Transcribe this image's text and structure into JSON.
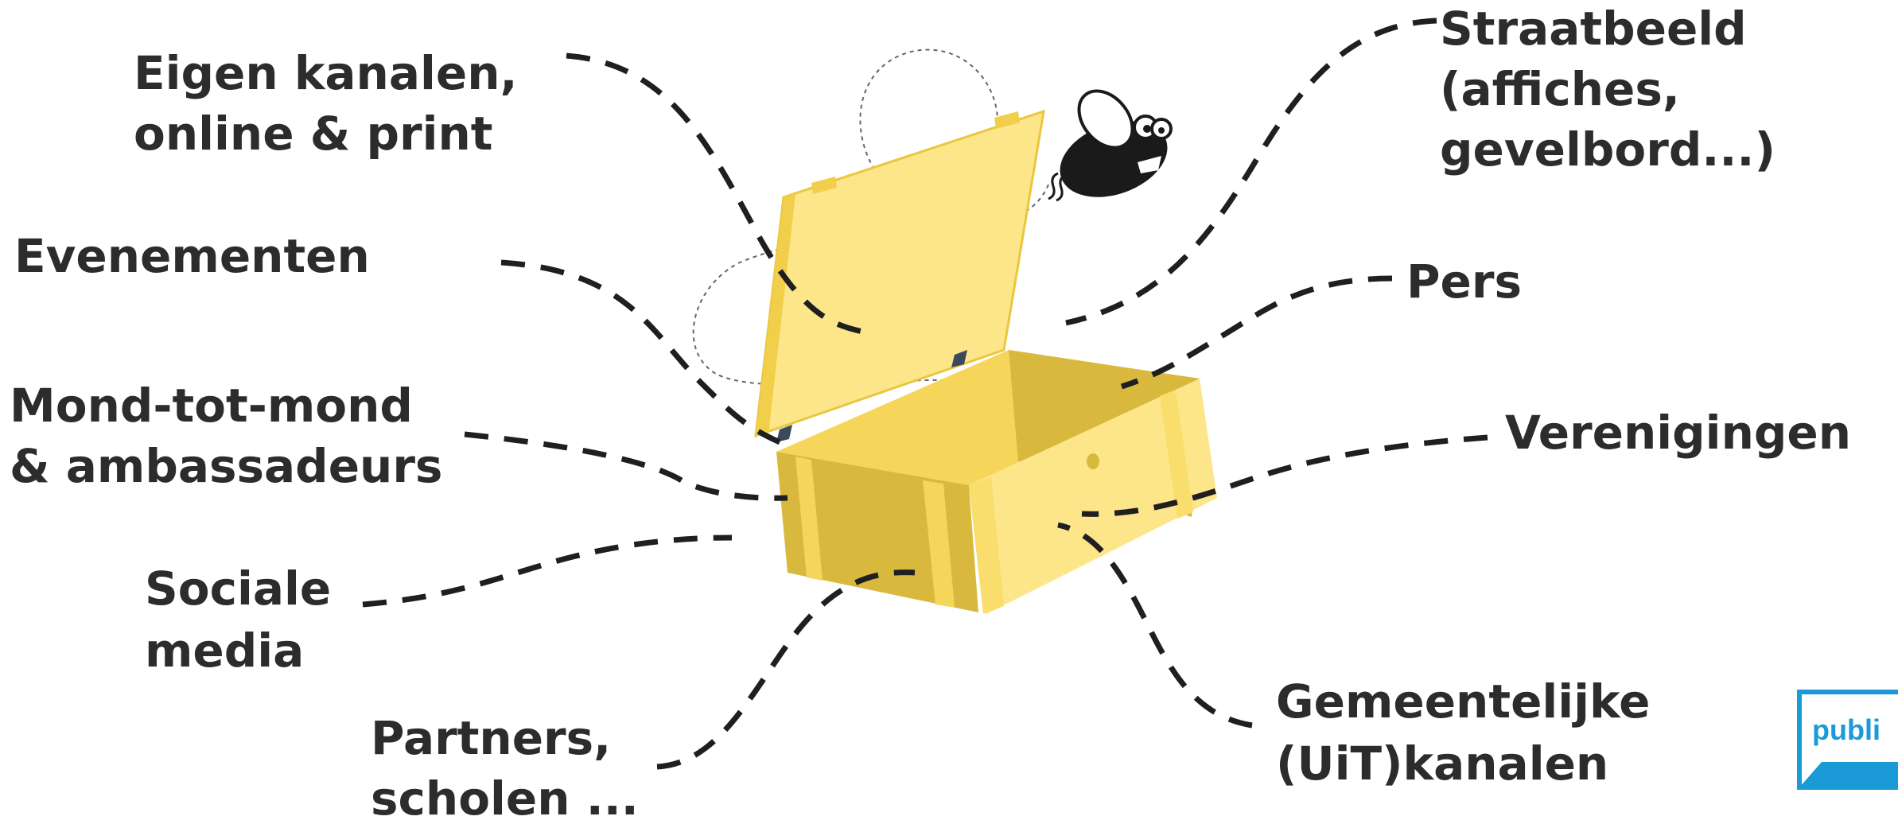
{
  "labels": {
    "eigen_kanalen": [
      "Eigen kanalen,",
      "online & print"
    ],
    "evenementen": [
      "Evenementen"
    ],
    "mond_tot_mond": [
      "Mond-tot-mond",
      "& ambassadeurs"
    ],
    "sociale_media": [
      "Sociale",
      "media"
    ],
    "partners": [
      "Partners,",
      "scholen ..."
    ],
    "straatbeeld": [
      "Straatbeeld",
      "(affiches,",
      "gevelbord...)"
    ],
    "pers": [
      "Pers"
    ],
    "verenigingen": [
      "Verenigingen"
    ],
    "gemeentelijke": [
      "Gemeentelijke",
      "(UiT)kanalen"
    ]
  },
  "logo": {
    "text": "publi"
  },
  "colors": {
    "text": "#2c2c2c",
    "box_light": "#fde58a",
    "box_mid": "#f6d65a",
    "box_dark": "#d8b93e",
    "logo_blue": "#1a9ad6"
  }
}
